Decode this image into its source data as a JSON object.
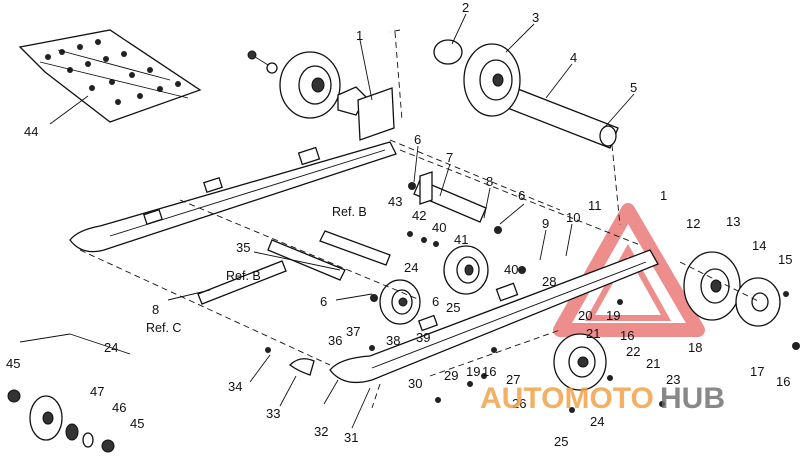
{
  "callouts": [
    "1",
    "2",
    "3",
    "4",
    "5",
    "6",
    "7",
    "8",
    "Ref. B",
    "43",
    "42",
    "40",
    "41",
    "6",
    "9",
    "10",
    "11",
    "1",
    "12",
    "13",
    "14",
    "15",
    "35",
    "Ref. B",
    "24",
    "40",
    "28",
    "8",
    "Ref. C",
    "6",
    "6",
    "25",
    "20",
    "19",
    "21",
    "16",
    "18",
    "37",
    "38",
    "39",
    "36",
    "26",
    "27",
    "22",
    "21",
    "23",
    "17",
    "16",
    "24",
    "45",
    "34",
    "33",
    "30",
    "29",
    "19",
    "16",
    "32",
    "31",
    "25",
    "24",
    "47",
    "46",
    "45",
    "44"
  ],
  "watermark": {
    "part1": "AUTOMOTO",
    "part2": "HUB"
  }
}
